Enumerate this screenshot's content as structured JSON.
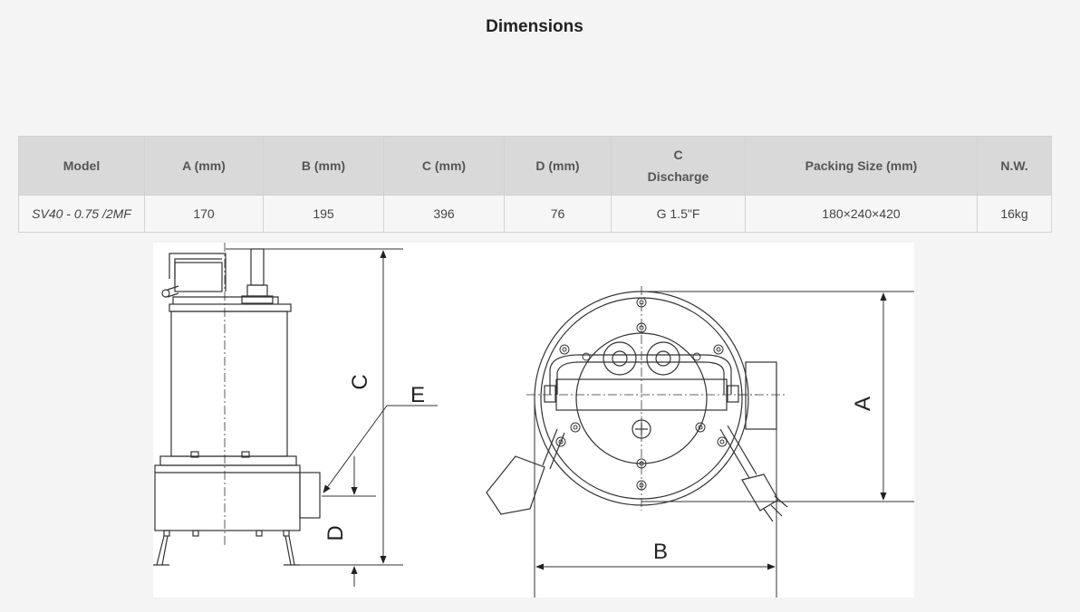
{
  "page_title": "Dimensions",
  "table": {
    "headers": [
      {
        "line1": "Model",
        "line2": ""
      },
      {
        "line1": "A  (mm)",
        "line2": ""
      },
      {
        "line1": "B  (mm)",
        "line2": ""
      },
      {
        "line1": "C  (mm)",
        "line2": ""
      },
      {
        "line1": "D  (mm)",
        "line2": ""
      },
      {
        "line1": "C",
        "line2": "Discharge"
      },
      {
        "line1": "Packing Size (mm)",
        "line2": ""
      },
      {
        "line1": "N.W.",
        "line2": ""
      }
    ],
    "rows": [
      [
        "SV40 - 0.75 /2MF",
        "170",
        "195",
        "396",
        "76",
        "G 1.5\"F",
        "180×240×420",
        "16kg"
      ]
    ]
  },
  "drawing": {
    "labels": {
      "a": "A",
      "b": "B",
      "c": "C",
      "d": "D",
      "e": "E"
    },
    "colors": {
      "line": "#333333",
      "background": "#ffffff"
    }
  }
}
